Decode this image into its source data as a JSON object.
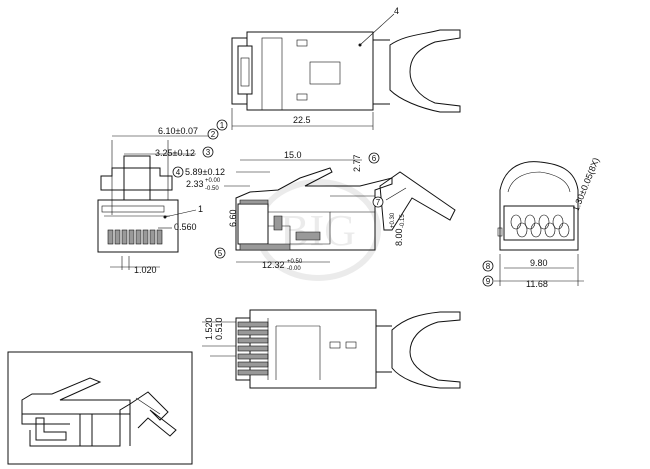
{
  "callouts": {
    "c1": "1",
    "c2": "2",
    "c3": "3",
    "c4": "4",
    "c5": "5",
    "c6": "6",
    "c7": "7",
    "c8": "8",
    "c9": "9",
    "label_1_front": "1",
    "label_4_top": "4"
  },
  "dimensions": {
    "overall_length": "22.5",
    "width_front": "6.10±0.07",
    "key_width": "3.25±0.12",
    "contact_gap": "0.560",
    "pitch": "1.020",
    "length_15": "15.0",
    "height_277": "2.77",
    "d_589": "5.89±0.12",
    "d_233_main": "2.33",
    "d_233_tol_up": "+0.00",
    "d_233_tol_dn": "-0.50",
    "h_660": "6.60",
    "h_800_main": "8.00",
    "h_800_tol_up": "+0.30",
    "h_800_tol_dn": "-0.15",
    "len_1232_main": "12.32",
    "len_1232_tol_up": "+0.50",
    "len_1232_tol_dn": "-0.00",
    "w_980": "9.80",
    "w_1168": "11.68",
    "d_130": "1.30±0.05(8X)",
    "d_1520": "1.520",
    "d_0510": "0.510"
  },
  "watermark": "BIG"
}
